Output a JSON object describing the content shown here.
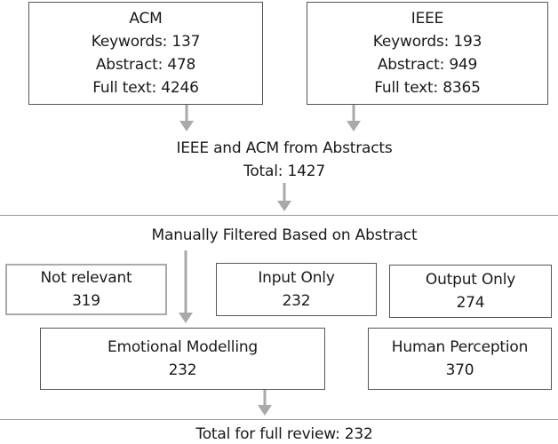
{
  "sources": {
    "acm": {
      "name": "ACM",
      "keywords": "Keywords: 137",
      "abstract": "Abstract: 478",
      "fulltext": "Full text: 4246"
    },
    "ieee": {
      "name": "IEEE",
      "keywords": "Keywords: 193",
      "abstract": "Abstract: 949",
      "fulltext": "Full text: 8365"
    }
  },
  "combined": {
    "title": "IEEE and ACM from Abstracts",
    "total": "Total: 1427"
  },
  "filter": {
    "title": "Manually Filtered Based on Abstract"
  },
  "categories": {
    "not_relevant": {
      "label": "Not relevant",
      "count": "319"
    },
    "input_only": {
      "label": "Input Only",
      "count": "232"
    },
    "output_only": {
      "label": "Output Only",
      "count": "274"
    },
    "emotional_modelling": {
      "label": "Emotional Modelling",
      "count": "232"
    },
    "human_perception": {
      "label": "Human Perception",
      "count": "370"
    }
  },
  "final": {
    "total": "Total for full review: 232"
  },
  "colors": {
    "arrow": "#a9a9a9",
    "box_border": "#555555",
    "divider": "#9a9a9a"
  }
}
